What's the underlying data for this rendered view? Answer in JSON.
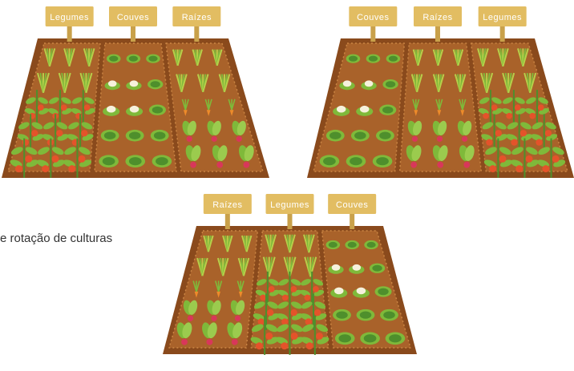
{
  "caption": "e rotação de culturas",
  "gardens": [
    {
      "signs": [
        "Legumes",
        "Couves",
        "Raízes"
      ],
      "beds": [
        "legumes",
        "couves",
        "raizes"
      ]
    },
    {
      "signs": [
        "Couves",
        "Raízes",
        "Legumes"
      ],
      "beds": [
        "couves",
        "raizes",
        "legumes"
      ]
    },
    {
      "signs": [
        "Raízes",
        "Legumes",
        "Couves"
      ],
      "beds": [
        "raizes",
        "legumes",
        "couves"
      ]
    }
  ],
  "colors": {
    "soil_dark": "#8a4a1c",
    "soil_bed": "#a9622a",
    "sign": "#e2bd62",
    "leaf": "#7fb93a",
    "leaf_dark": "#4e8f2c",
    "tomato": "#e4532a",
    "cauliflower": "#f6f1dc",
    "radish": "#d8375a",
    "carrot": "#ee8b2a"
  }
}
